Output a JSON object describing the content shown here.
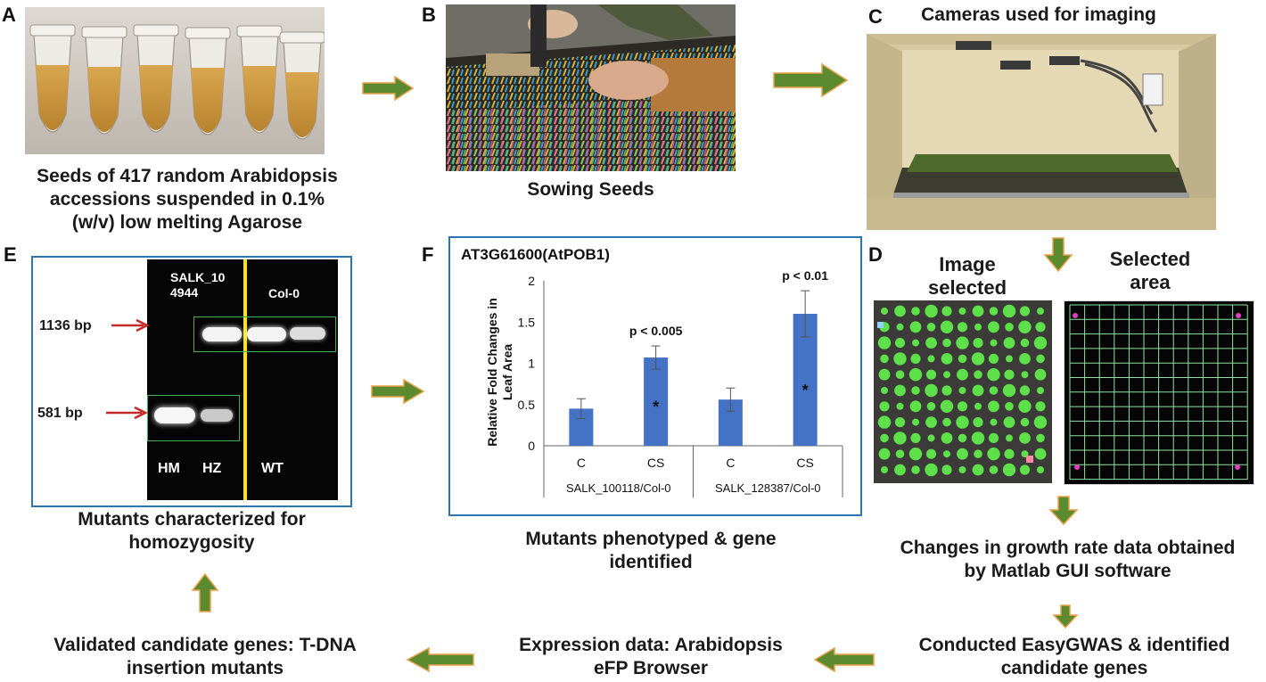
{
  "colors": {
    "arrow_green": "#5c8b2f",
    "arrow_outline": "#e9a24a",
    "bar_blue": "#4472c4",
    "frame_blue": "#2e75b6",
    "gel_yellow": "#ffe600",
    "gel_box_green": "#3fb34f",
    "marker_arrow_red": "#c62828",
    "plant_green": "#5ee04a"
  },
  "panels": {
    "a": {
      "letter": "A",
      "caption_lines": [
        "Seeds of 417 random Arabidopsis",
        "accessions suspended in 0.1%",
        "(w/v) low melting Agarose"
      ]
    },
    "b": {
      "letter": "B",
      "caption": "Sowing Seeds"
    },
    "c": {
      "letter": "C",
      "title": "Cameras used for imaging"
    },
    "d": {
      "letter": "D",
      "left_title_lines": [
        "Image",
        "selected"
      ],
      "right_title_lines": [
        "Selected",
        "area"
      ]
    },
    "e": {
      "letter": "E",
      "gel_header_lines": [
        "SALK_10",
        "4944"
      ],
      "gel_col0": "Col-0",
      "marker_1136": "1136 bp",
      "marker_581": "581 bp",
      "lane_hm": "HM",
      "lane_hz": "HZ",
      "lane_wt": "WT",
      "caption_lines": [
        "Mutants characterized for",
        "homozygosity"
      ]
    },
    "f": {
      "letter": "F",
      "caption_lines": [
        "Mutants phenotyped & gene",
        "identified"
      ]
    }
  },
  "chart_data": {
    "type": "bar",
    "title": "AT3G61600(AtPOB1)",
    "ylabel": "Relative Fold Changes in Leaf Area",
    "xlabel": "",
    "ylim": [
      0,
      2
    ],
    "yticks": [
      0,
      0.5,
      1,
      1.5,
      2
    ],
    "ytick_labels": [
      "0",
      "0.5",
      "1",
      "1.5",
      "2"
    ],
    "grid": false,
    "categories": [
      "C",
      "CS",
      "C",
      "CS"
    ],
    "groups": [
      "SALK_100118/Col-0",
      "SALK_128387/Col-0"
    ],
    "values": [
      0.45,
      1.07,
      0.56,
      1.6
    ],
    "errors": [
      0.12,
      0.14,
      0.14,
      0.28
    ],
    "pvalues": [
      "",
      "p < 0.005",
      "",
      "p < 0.01"
    ],
    "significance": [
      "",
      "*",
      "",
      "*"
    ]
  },
  "flow_steps": {
    "growth_rate_lines": [
      "Changes in growth rate data obtained",
      "by Matlab GUI software"
    ],
    "gwas_lines": [
      "Conducted EasyGWAS & identified",
      "candidate genes"
    ],
    "expression_lines": [
      "Expression data: Arabidopsis",
      "eFP Browser"
    ],
    "validated_lines": [
      "Validated candidate genes: T-DNA",
      "insertion mutants"
    ]
  }
}
